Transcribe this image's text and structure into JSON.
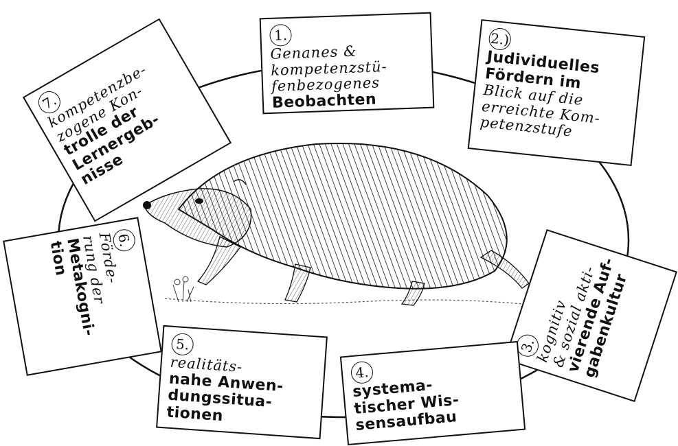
{
  "cards": [
    {
      "num": "1.",
      "lines": [
        {
          "text": "Genanes &",
          "style": "thin"
        },
        {
          "text": "kompetenzstü-",
          "style": "thin"
        },
        {
          "text": "fenbezogenes",
          "style": "thin"
        },
        {
          "text": "Beobachten",
          "style": "bold"
        }
      ]
    },
    {
      "num": "2.)",
      "lines": [
        {
          "text": "Judividuelles",
          "style": "bold"
        },
        {
          "text": "Fördern im",
          "style": "bold"
        },
        {
          "text": "Blick auf die",
          "style": "thin"
        },
        {
          "text": "erreichte Kom-",
          "style": "thin"
        },
        {
          "text": "petenzstufe",
          "style": "thin"
        }
      ]
    },
    {
      "num": "3.",
      "lines": [
        {
          "text": "kognitiv",
          "style": "thin"
        },
        {
          "text": "& sozial akti-",
          "style": "thin"
        },
        {
          "text": "vierende Auf-",
          "style": "bold"
        },
        {
          "text": "gabenkultur",
          "style": "bold"
        }
      ]
    },
    {
      "num": "4.",
      "lines": [
        {
          "text": "systema-",
          "style": "bold"
        },
        {
          "text": "tischer Wis-",
          "style": "bold"
        },
        {
          "text": "sensaufbau",
          "style": "bold"
        }
      ]
    },
    {
      "num": "5.",
      "lines": [
        {
          "text": "realitäts-",
          "style": "thin"
        },
        {
          "text": "nahe Anwen-",
          "style": "bold"
        },
        {
          "text": "dungssitua-",
          "style": "bold"
        },
        {
          "text": "tionen",
          "style": "bold"
        }
      ]
    },
    {
      "num": "6.",
      "lines": [
        {
          "text": "Förde-",
          "style": "thin"
        },
        {
          "text": "rung der",
          "style": "thin"
        },
        {
          "text": "Metakogni-",
          "style": "bold"
        },
        {
          "text": "tion",
          "style": "bold"
        }
      ]
    },
    {
      "num": "7.",
      "lines": [
        {
          "text": "kompetenzbe-",
          "style": "thin"
        },
        {
          "text": "zogene Kon-",
          "style": "thin"
        },
        {
          "text": "trolle der",
          "style": "bold"
        },
        {
          "text": "Lernergeb-",
          "style": "bold"
        },
        {
          "text": "nisse",
          "style": "bold"
        }
      ]
    }
  ]
}
